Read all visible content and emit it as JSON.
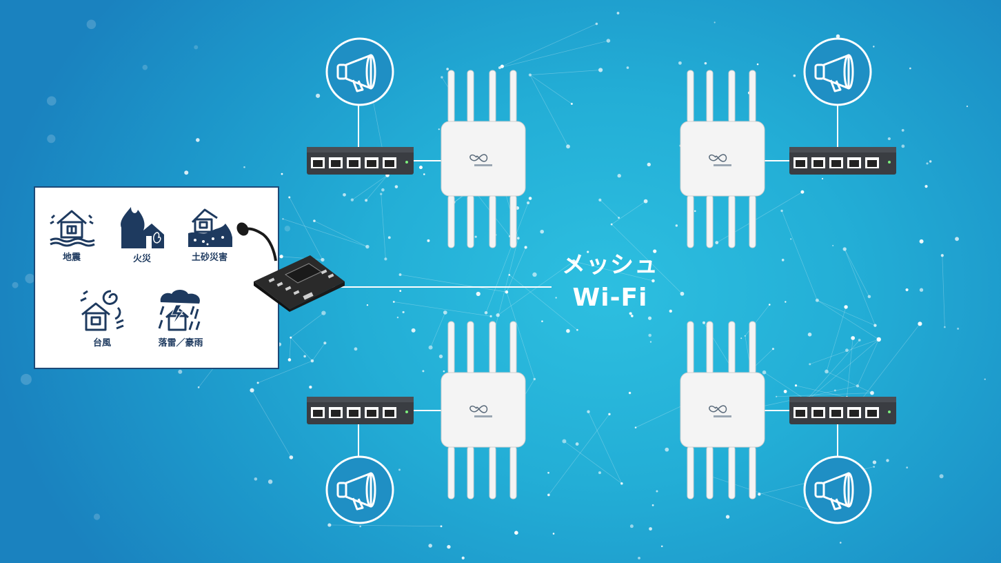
{
  "center": {
    "line1": "メッシュ",
    "line2": "Wi-Fi"
  },
  "hazards": [
    {
      "label": "地震",
      "icon": "earthquake-icon"
    },
    {
      "label": "火災",
      "icon": "fire-icon"
    },
    {
      "label": "土砂災害",
      "icon": "landslide-icon"
    },
    {
      "label": "台風",
      "icon": "typhoon-icon"
    },
    {
      "label": "落雷／豪雨",
      "icon": "thunderstorm-icon"
    }
  ],
  "colors": {
    "accent": "#1c4a78",
    "background": "#23aed6",
    "line": "#ffffff"
  },
  "devices": {
    "access_points": 4,
    "switches": 4,
    "speakers": 4
  }
}
